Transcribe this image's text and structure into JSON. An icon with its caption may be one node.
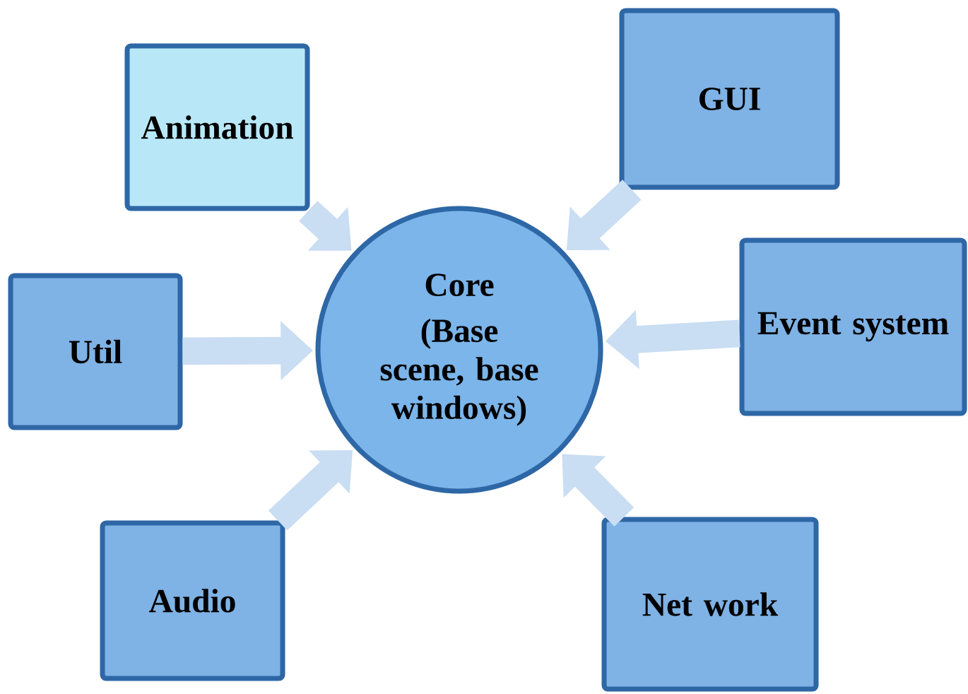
{
  "diagram": {
    "nodes": [
      {
        "text": [
          "Core",
          "(Base scene, base windows)"
        ]
      },
      {
        "text": [
          "Animation"
        ]
      },
      {
        "text": [
          "GUI"
        ]
      },
      {
        "text": [
          "Util"
        ]
      },
      {
        "text": [
          "Event system"
        ]
      },
      {
        "text": [
          "Audio"
        ]
      },
      {
        "text": [
          "Net work"
        ]
      }
    ],
    "edges": [
      {
        "from": 1,
        "to": 0,
        "arrow": "to"
      },
      {
        "from": 2,
        "to": 0,
        "arrow": "to"
      },
      {
        "from": 3,
        "to": 0,
        "arrow": "to"
      },
      {
        "from": 4,
        "to": 0,
        "arrow": "to"
      },
      {
        "from": 5,
        "to": 0,
        "arrow": "to"
      },
      {
        "from": 6,
        "to": 0,
        "arrow": "to"
      }
    ]
  }
}
